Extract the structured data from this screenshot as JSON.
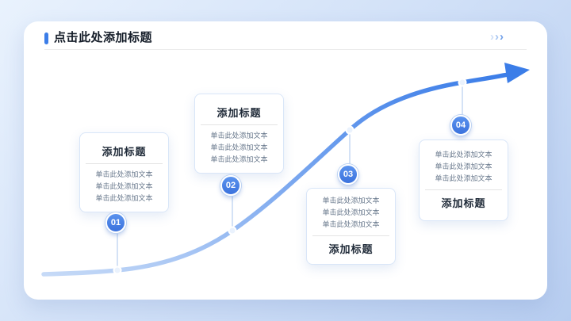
{
  "slide": {
    "header": {
      "title": "点击此处添加标题",
      "chevron_glyph": "›"
    },
    "cards": [
      {
        "number": "01",
        "title": "添加标题",
        "lines": [
          "单击此处添加文本",
          "单击此处添加文本",
          "单击此处添加文本"
        ]
      },
      {
        "number": "02",
        "title": "添加标题",
        "lines": [
          "单击此处添加文本",
          "单击此处添加文本",
          "单击此处添加文本"
        ]
      },
      {
        "number": "03",
        "title": "添加标题",
        "lines": [
          "单击此处添加文本",
          "单击此处添加文本",
          "单击此处添加文本"
        ]
      },
      {
        "number": "04",
        "title": "添加标题",
        "lines": [
          "单击此处添加文本",
          "单击此处添加文本",
          "单击此处添加文本"
        ]
      }
    ],
    "colors": {
      "accent": "#3b7de8",
      "accent_light": "#bcd4f4",
      "background_top": "#e9f2fd",
      "background_bottom": "#b7cdf0"
    }
  }
}
